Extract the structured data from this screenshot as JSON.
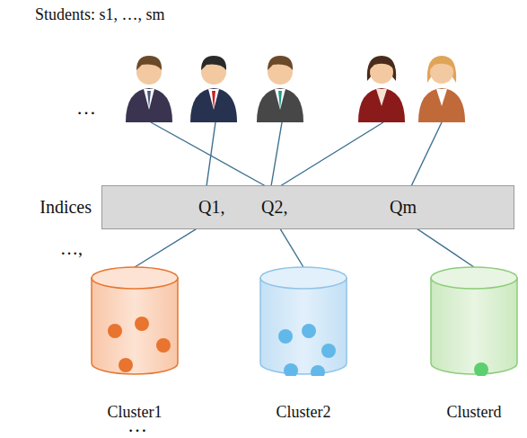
{
  "diagram": {
    "title": "Students: s1, …, sm",
    "nodes": [
      {
        "text": [
          "Indices"
        ]
      },
      {
        "text": [
          "Q1,"
        ],
        "in": 0
      },
      {
        "text": [
          "Q2,"
        ],
        "in": 0
      },
      {
        "text": [
          "Qm"
        ],
        "in": 0
      },
      {
        "text": [
          "Cluster1"
        ]
      },
      {
        "text": [
          "Cluster2"
        ]
      },
      {
        "text": [
          "Clusterd"
        ]
      }
    ],
    "edges": [
      {
        "from": 1,
        "to": 4,
        "arrow": "none"
      },
      {
        "from": 2,
        "to": 5,
        "arrow": "none"
      },
      {
        "from": 3,
        "to": 6,
        "arrow": "none"
      }
    ],
    "labels": [
      "…",
      "…,",
      "…",
      "…"
    ]
  }
}
